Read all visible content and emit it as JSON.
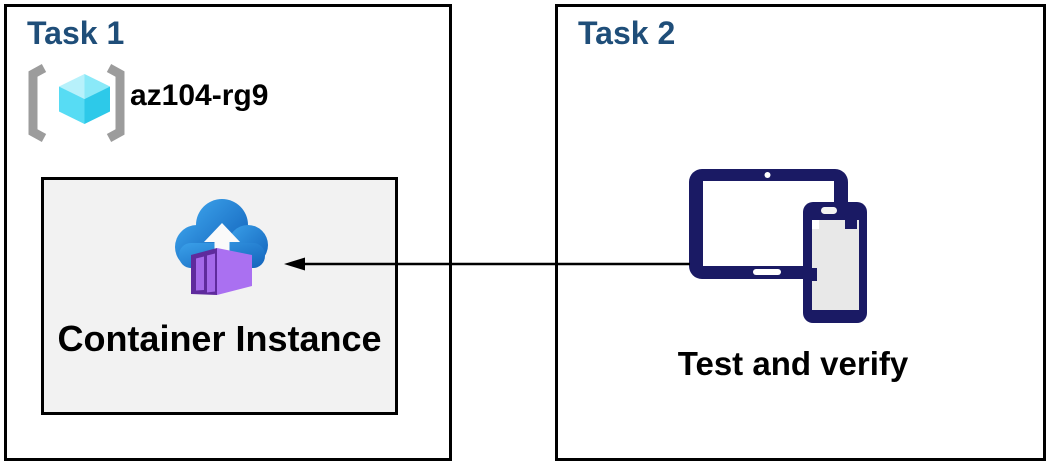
{
  "task1": {
    "title": "Task 1",
    "resource_group_name": "az104-rg9",
    "container_label": "Container Instance"
  },
  "task2": {
    "title": "Task 2",
    "devices_label": "Test and verify"
  },
  "arrow": {
    "from": "test-and-verify-devices",
    "to": "container-instance",
    "direction": "right-to-left"
  },
  "icons": {
    "resource_group": "azure-resource-group-icon",
    "container_instance": "azure-container-instances-icon",
    "devices": "tablet-and-phone-icon"
  },
  "colors": {
    "title_text": "#1f4e79",
    "body_text": "#000000",
    "panel_border": "#000000",
    "container_box_bg": "#f2f2f2",
    "device_navy": "#1a1a64",
    "phone_screen_gray": "#e8e8e8",
    "cloud_blue_light": "#3aa0e9",
    "cloud_blue_dark": "#1363bb",
    "container_purple_front": "#5f2b9d",
    "container_purple_side": "#aa70f1",
    "container_purple_door": "#a469ea",
    "bracket_gray": "#9c9c9c",
    "cube_cyan_light": "#b7f1fb",
    "cube_cyan_mid": "#8ae9f8",
    "cube_cyan": "#57dcf4",
    "cube_cyan_dark": "#2dc9e9",
    "arrow_color": "#000000"
  }
}
